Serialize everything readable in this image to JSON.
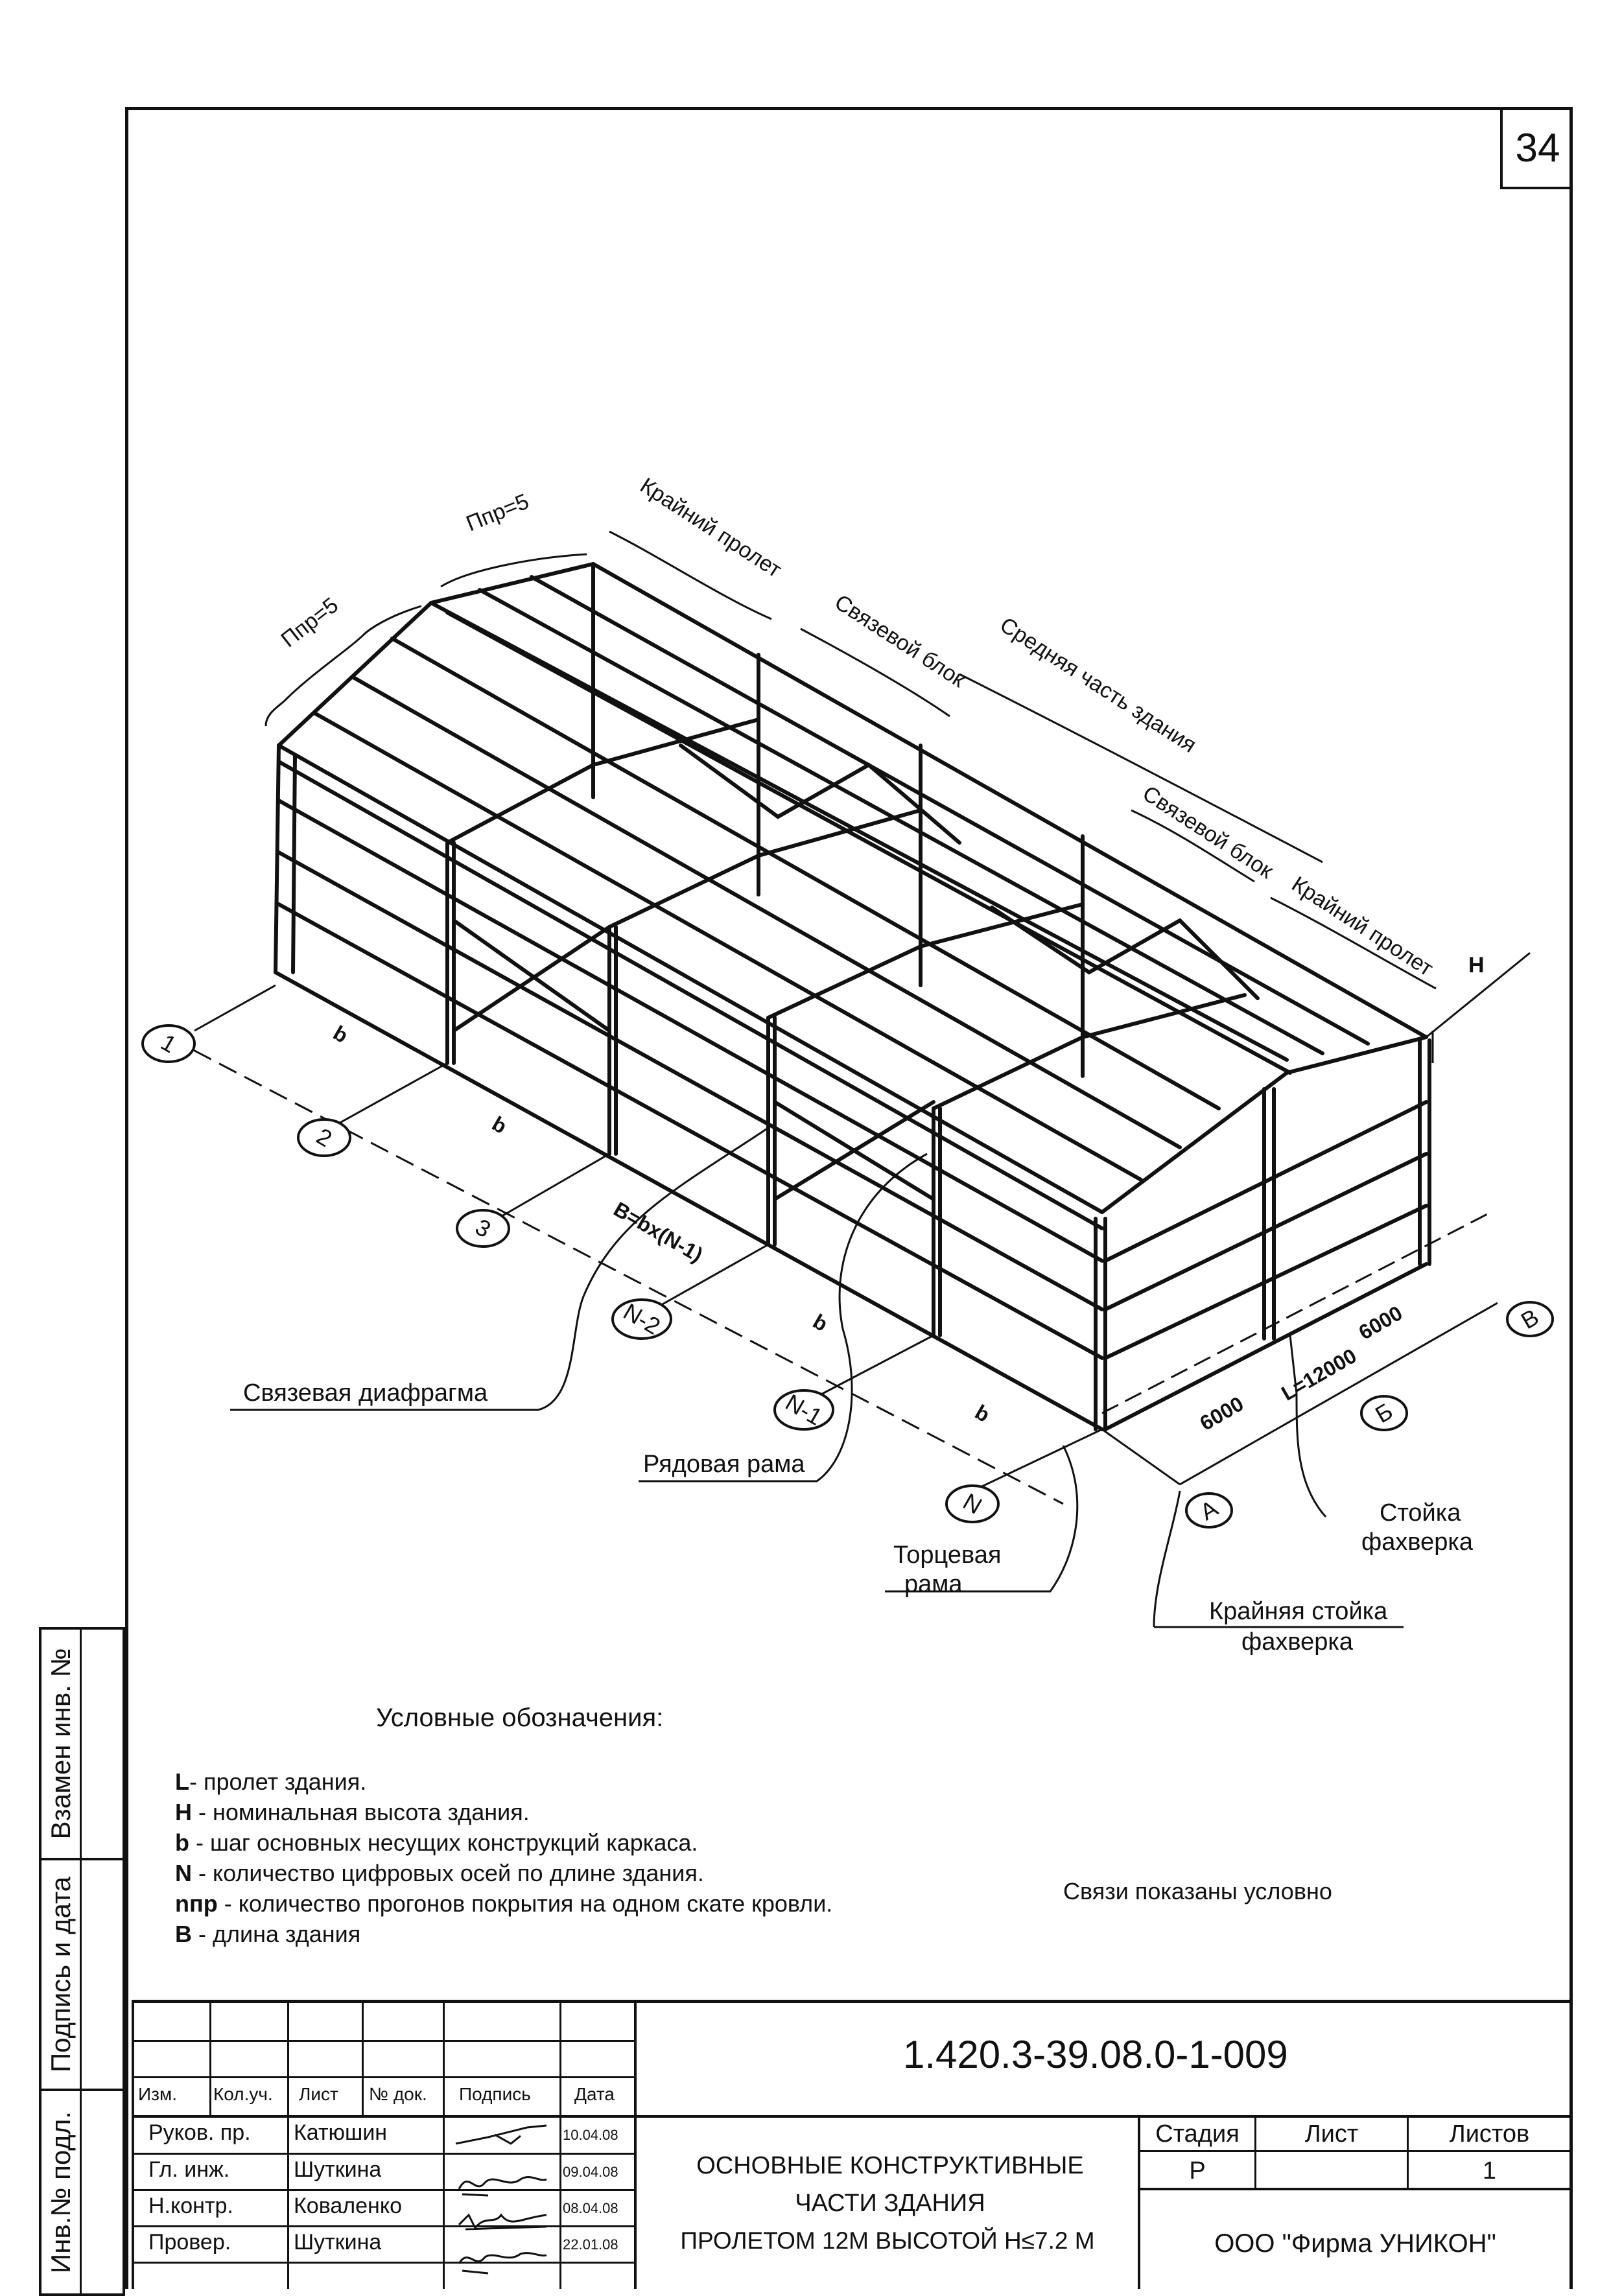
{
  "sheet_number": "34",
  "side_stamps": [
    "Взамен инв. №",
    "Подпись и дата",
    "Инв.№ подл."
  ],
  "diagram": {
    "top_labels": [
      "Ппр=5",
      "Ппр=5",
      "Крайний пролет",
      "Связевой блок",
      "Средняя часть здания",
      "Связевой блок",
      "Крайний пролет"
    ],
    "height_label": "H",
    "axis_markers": [
      "1",
      "2",
      "3",
      "N-2",
      "N-1",
      "N",
      "А",
      "Б",
      "В"
    ],
    "dimensions": {
      "b1": "b",
      "b2": "b",
      "length": "B=bx(N-1)",
      "b3": "b",
      "b4": "b",
      "span_a": "6000",
      "span_total": "L=12000",
      "span_b": "6000"
    },
    "callouts": {
      "diaphragm": "Связевая диафрагма",
      "row_frame": "Рядовая рама",
      "end_frame_1": "Торцевая",
      "end_frame_2": "рама",
      "end_post_1": "Крайняя стойка",
      "end_post_2": "фахверка",
      "post_1": "Стойка",
      "post_2": "фахверка"
    }
  },
  "legend": {
    "title": "Условные обозначения:",
    "items": [
      {
        "sym": "L",
        "text": "- пролет здания."
      },
      {
        "sym": "H",
        "text": " - номинальная высота здания."
      },
      {
        "sym": "b",
        "text": " - шаг основных несущих конструкций каркаса."
      },
      {
        "sym": "N",
        "text": " - количество цифровых осей по длине здания."
      },
      {
        "sym": "nпр",
        "text": " - количество прогонов покрытия на одном скате кровли."
      },
      {
        "sym": "B",
        "text": " - длина здания"
      }
    ],
    "note": "Связи показаны условно"
  },
  "title_block": {
    "doc_code": "1.420.3-39.08.0-1-009",
    "headers": [
      "Изм.",
      "Кол.уч.",
      "Лист",
      "№ док.",
      "Подпись",
      "Дата"
    ],
    "roles": [
      {
        "role": "Руков. пр.",
        "name": "Катюшин",
        "date": "10.04.08"
      },
      {
        "role": "Гл. инж.",
        "name": "Шуткина",
        "date": "09.04.08"
      },
      {
        "role": "Н.контр.",
        "name": "Коваленко",
        "date": "08.04.08"
      },
      {
        "role": "Провер.",
        "name": "Шуткина",
        "date": "22.01.08"
      }
    ],
    "title_lines": [
      "ОСНОВНЫЕ КОНСТРУКТИВНЫЕ",
      "ЧАСТИ ЗДАНИЯ",
      "ПРОЛЕТОМ 12М ВЫСОТОЙ Н≤7.2 М"
    ],
    "stage_label": "Стадия",
    "sheet_label": "Лист",
    "sheets_label": "Листов",
    "stage": "Р",
    "sheet": "",
    "sheets": "1",
    "company": "ООО \"Фирма УНИКОН\""
  }
}
